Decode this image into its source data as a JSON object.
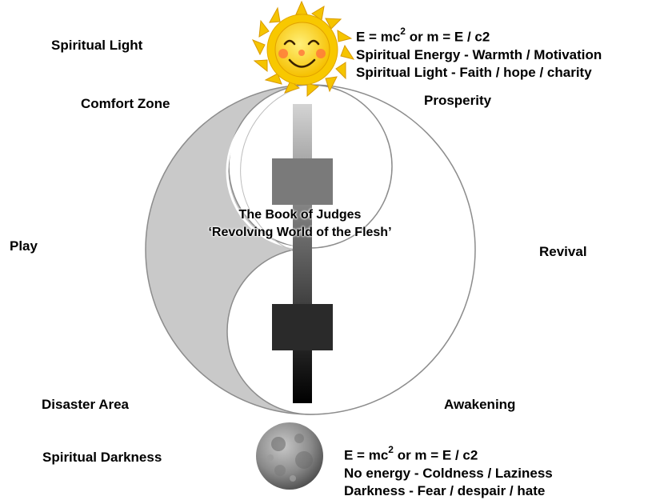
{
  "labels": {
    "spiritual_light": "Spiritual Light",
    "comfort_zone": "Comfort Zone",
    "prosperity": "Prosperity",
    "play": "Play",
    "revival": "Revival",
    "disaster_area": "Disaster Area",
    "awakening": "Awakening",
    "spiritual_darkness": "Spiritual Darkness"
  },
  "center": {
    "line1": "The Book of Judges",
    "line2": "‘Revolving World of the Flesh’"
  },
  "sun_text": {
    "eq_prefix": "E = mc",
    "eq_exp": "2",
    "eq_suffix": " or m = E / c2",
    "line2": "Spiritual Energy - Warmth / Motivation",
    "line3": "Spiritual Light - Faith / hope / charity"
  },
  "moon_text": {
    "eq_prefix": "E = mc",
    "eq_exp": "2",
    "eq_suffix": " or m = E / c2",
    "line2": "No energy - Coldness / Laziness",
    "line3": "Darkness - Fear / despair / hate"
  },
  "colors": {
    "yin_gray": "#c9c9c9",
    "outline": "#9a9a9a",
    "sun_petal": "#f5c400",
    "sun_face": "#ffd83a",
    "moon": "#8f8f8f"
  }
}
